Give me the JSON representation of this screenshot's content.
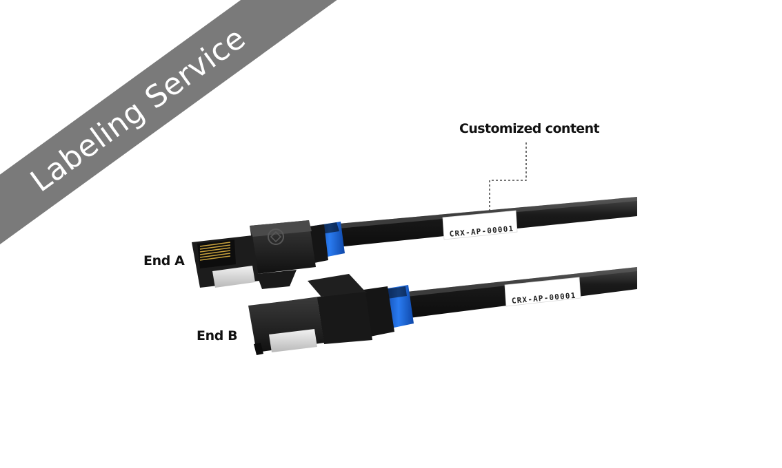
{
  "ribbon": {
    "text": "Labeling Service",
    "color": "#7a7a7a"
  },
  "callout": {
    "text": "Customized content"
  },
  "ends": {
    "a": "End A",
    "b": "End B"
  },
  "labels": {
    "upper_cable": "CRX-AP-00001",
    "lower_cable": "CRX-AP-00001"
  },
  "colors": {
    "cable": "#1a1a1a",
    "boot_band": "#1b63d6",
    "connector_body": "#202020",
    "tag": "#ffffff"
  },
  "icons": {
    "connector_logo": "hand-shield-logo"
  }
}
